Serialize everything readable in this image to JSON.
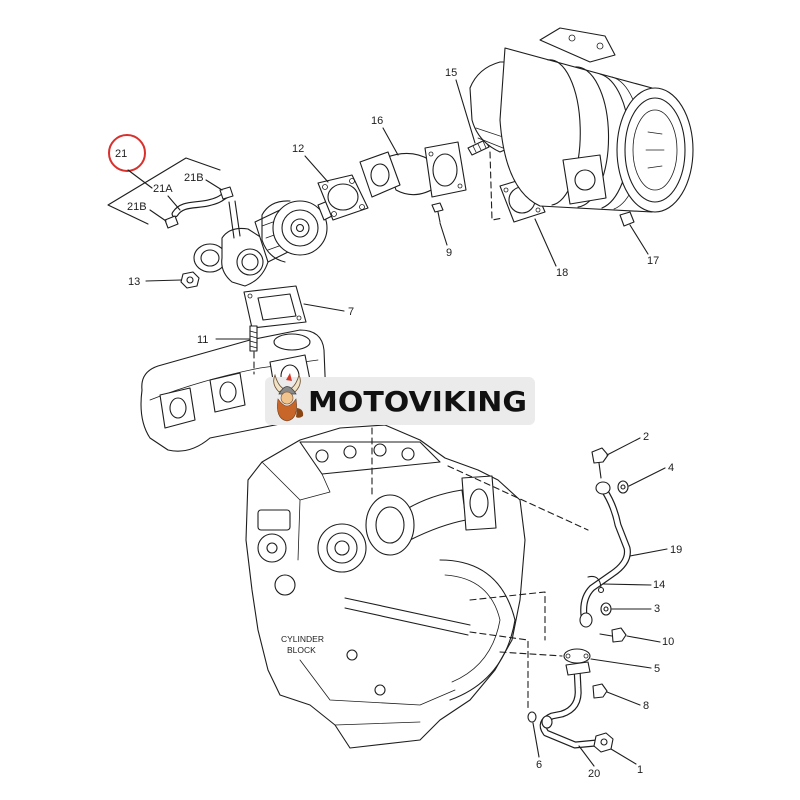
{
  "callouts": {
    "c21": "21",
    "c21A": "21A",
    "c21B_upper": "21B",
    "c21B_lower": "21B",
    "c13": "13",
    "c12": "12",
    "c16": "16",
    "c15": "15",
    "c9": "9",
    "c18": "18",
    "c17": "17",
    "c7": "7",
    "c11": "11",
    "c2": "2",
    "c4": "4",
    "c19": "19",
    "c14": "14",
    "c3": "3",
    "c10": "10",
    "c5": "5",
    "c8": "8",
    "c6": "6",
    "c20": "20",
    "c1": "1"
  },
  "block_label": {
    "line1": "CYLINDER",
    "line2": "BLOCK"
  },
  "watermark": {
    "text": "MOTOVIKING",
    "icon": "viking-mascot-icon"
  },
  "colors": {
    "line_art": "#1e1e1e",
    "highlight_circle": "#d9302c",
    "watermark_background": "#ebebeb",
    "watermark_text": "#111111"
  }
}
